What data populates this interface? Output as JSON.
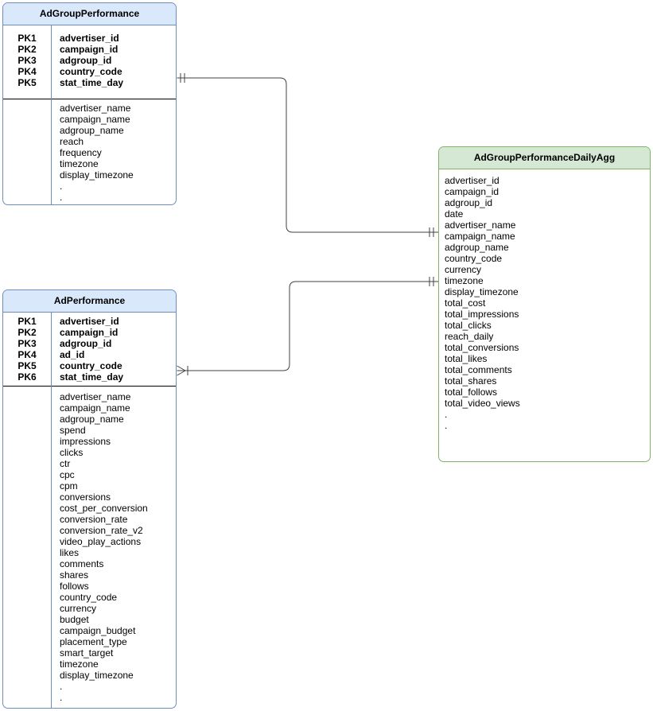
{
  "entities": [
    {
      "title": "AdGroupPerformance",
      "primary_keys": [
        {
          "key": "PK1",
          "name": "advertiser_id"
        },
        {
          "key": "PK2",
          "name": "campaign_id"
        },
        {
          "key": "PK3",
          "name": "adgroup_id"
        },
        {
          "key": "PK4",
          "name": "country_code"
        },
        {
          "key": "PK5",
          "name": "stat_time_day"
        }
      ],
      "attributes": [
        "advertiser_name",
        "campaign_name",
        "adgroup_name",
        "reach",
        "frequency",
        "timezone",
        "display_timezone",
        ".",
        "."
      ]
    },
    {
      "title": "AdPerformance",
      "primary_keys": [
        {
          "key": "PK1",
          "name": "advertiser_id"
        },
        {
          "key": "PK2",
          "name": "campaign_id"
        },
        {
          "key": "PK3",
          "name": "adgroup_id"
        },
        {
          "key": "PK4",
          "name": "ad_id"
        },
        {
          "key": "PK5",
          "name": "country_code"
        },
        {
          "key": "PK6",
          "name": "stat_time_day"
        }
      ],
      "attributes": [
        "advertiser_name",
        "campaign_name",
        "adgroup_name",
        "spend",
        "impressions",
        "clicks",
        "ctr",
        "cpc",
        "cpm",
        "conversions",
        "cost_per_conversion",
        "conversion_rate",
        "conversion_rate_v2",
        "video_play_actions",
        "likes",
        "comments",
        "shares",
        "follows",
        "country_code",
        "currency",
        "budget",
        "campaign_budget",
        "placement_type",
        "smart_target",
        "timezone",
        "display_timezone",
        ".",
        "."
      ]
    },
    {
      "title": "AdGroupPerformanceDailyAgg",
      "primary_keys": [],
      "attributes": [
        "advertiser_id",
        "campaign_id",
        "adgroup_id",
        "date",
        "advertiser_name",
        "campaign_name",
        "adgroup_name",
        "country_code",
        "currency",
        "timezone",
        "display_timezone",
        "total_cost",
        "total_impressions",
        "total_clicks",
        "reach_daily",
        "total_conversions",
        "total_likes",
        "total_comments",
        "total_shares",
        "total_follows",
        "total_video_views",
        ".",
        "."
      ]
    }
  ],
  "relationships": [
    {
      "from": "AdGroupPerformance",
      "to": "AdGroupPerformanceDailyAgg",
      "from_cardinality": "exactly-one",
      "to_cardinality": "exactly-one"
    },
    {
      "from": "AdPerformance",
      "to": "AdGroupPerformanceDailyAgg",
      "from_cardinality": "one-or-many",
      "to_cardinality": "exactly-one"
    }
  ],
  "colors": {
    "blue_header_fill": "#dae8fc",
    "blue_border": "#6c8ebf",
    "green_header_fill": "#d5e8d4",
    "green_border": "#82b366",
    "connector": "#404040",
    "text": "#000000",
    "background": "#ffffff"
  }
}
